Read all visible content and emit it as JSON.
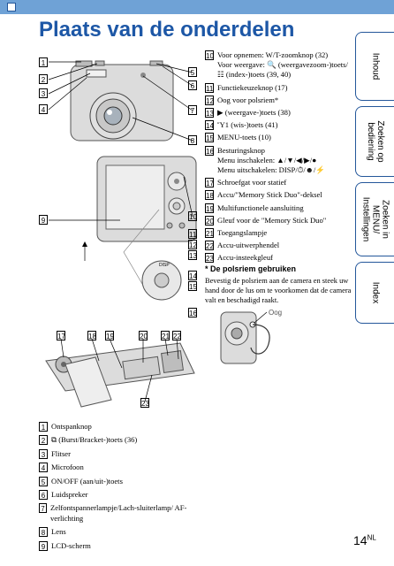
{
  "title": "Plaats van de onderdelen",
  "sidebar_tabs": [
    {
      "label": "Inhoud"
    },
    {
      "label": "Zoeken op bediening"
    },
    {
      "label": "Zoeken in MENU/ Instellingen"
    },
    {
      "label": "Index"
    }
  ],
  "right_items": [
    {
      "num": "10",
      "text": "Voor opnemen: W/T-zoomknop (32)"
    },
    {
      "num": "",
      "text": "Voor weergave: 🔍 (weergavezoom-)toets/"
    },
    {
      "num": "",
      "text": "☷ (index-)toets (39, 40)"
    },
    {
      "num": "11",
      "text": "Functiekeuzeknop (17)"
    },
    {
      "num": "12",
      "text": "Oog voor polsriem*"
    },
    {
      "num": "13",
      "text": "▶ (weergave-)toets (38)"
    },
    {
      "num": "14",
      "text": "Ὕ1 (wis-)toets (41)"
    },
    {
      "num": "15",
      "text": "MENU-toets (10)"
    },
    {
      "num": "16",
      "text": "Besturingsknop"
    },
    {
      "num": "",
      "text": "Menu inschakelen: ▲/▼/◀/▶/●"
    },
    {
      "num": "",
      "text": "Menu uitschakelen: DISP/⏱/☻/⚡"
    },
    {
      "num": "17",
      "text": "Schroefgat voor statief"
    },
    {
      "num": "18",
      "text": "Accu/\"Memory Stick Duo\"-deksel"
    },
    {
      "num": "19",
      "text": "Multifunctionele aansluiting"
    },
    {
      "num": "20",
      "text": "Gleuf voor de \"Memory Stick Duo\""
    },
    {
      "num": "21",
      "text": "Toegangslampje"
    },
    {
      "num": "22",
      "text": "Accu-uitwerphendel"
    },
    {
      "num": "23",
      "text": "Accu-insteekgleuf"
    }
  ],
  "tip": {
    "title": "* De polsriem gebruiken",
    "text": "Bevestig de polsriem aan de camera en steek uw hand door de lus om te voorkomen dat de camera valt en beschadigd raakt.",
    "oog_label": "Oog"
  },
  "left_items": [
    {
      "num": "1",
      "text": "Ontspanknop"
    },
    {
      "num": "2",
      "text": "⧉ (Burst/Bracket-)toets (36)"
    },
    {
      "num": "3",
      "text": "Flitser"
    },
    {
      "num": "4",
      "text": "Microfoon"
    },
    {
      "num": "5",
      "text": "ON/OFF (aan/uit-)toets"
    },
    {
      "num": "6",
      "text": "Luidspreker"
    },
    {
      "num": "7",
      "text": "Zelfontspannerlampje/Lach-sluiterlamp/ AF-verlichting"
    },
    {
      "num": "8",
      "text": "Lens"
    },
    {
      "num": "9",
      "text": "LCD-scherm"
    }
  ],
  "figure_callouts": {
    "front": [
      "1",
      "2",
      "3",
      "4",
      "5",
      "6",
      "7",
      "8"
    ],
    "back": [
      "9",
      "10",
      "11",
      "12",
      "13",
      "14",
      "15",
      "16"
    ],
    "bottom": [
      "17",
      "18",
      "19",
      "20",
      "21",
      "22",
      "23"
    ]
  },
  "page_number": "14",
  "page_suffix": "NL",
  "colors": {
    "accent": "#1d57a6",
    "topbar": "#6fa2d6"
  }
}
